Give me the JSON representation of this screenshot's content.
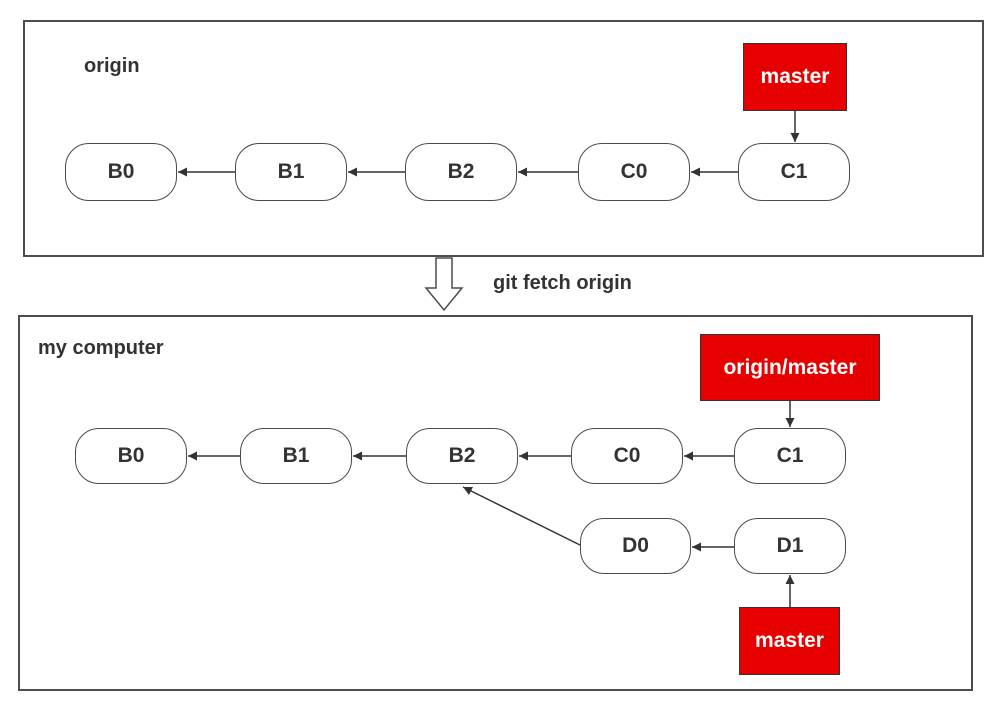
{
  "origin": {
    "title": "origin",
    "commits": [
      "B0",
      "B1",
      "B2",
      "C0",
      "C1"
    ],
    "branch": "master"
  },
  "step_label": "git fetch origin",
  "local": {
    "title": "my computer",
    "commits": [
      "B0",
      "B1",
      "B2",
      "C0",
      "C1"
    ],
    "branch_commits": [
      "D0",
      "D1"
    ],
    "remote_branch": "origin/master",
    "branch": "master"
  },
  "colors": {
    "branch_fill": "#e60000",
    "border": "#4d4d4d",
    "arrow": "#333333"
  }
}
